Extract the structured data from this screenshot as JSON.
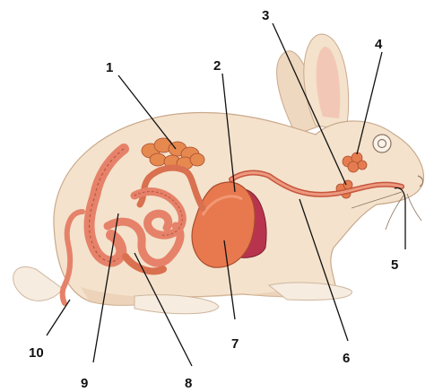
{
  "labels": {
    "n1": "1",
    "n2": "2",
    "n3": "3",
    "n4": "4",
    "n5": "5",
    "n6": "6",
    "n7": "7",
    "n8": "8",
    "n9": "9",
    "n10": "10"
  },
  "colors": {
    "fur": "#f4e2cc",
    "fur_shadow": "#e8cdb0",
    "inner_ear": "#f2c2b2",
    "intestine": "#e6826a",
    "intestine_dark": "#b9543f",
    "stomach": "#e8794f",
    "liver": "#b8344e",
    "gland": "#e57c4f",
    "leader_line": "#111111"
  },
  "icons": [
    "rabbit-illustration"
  ]
}
